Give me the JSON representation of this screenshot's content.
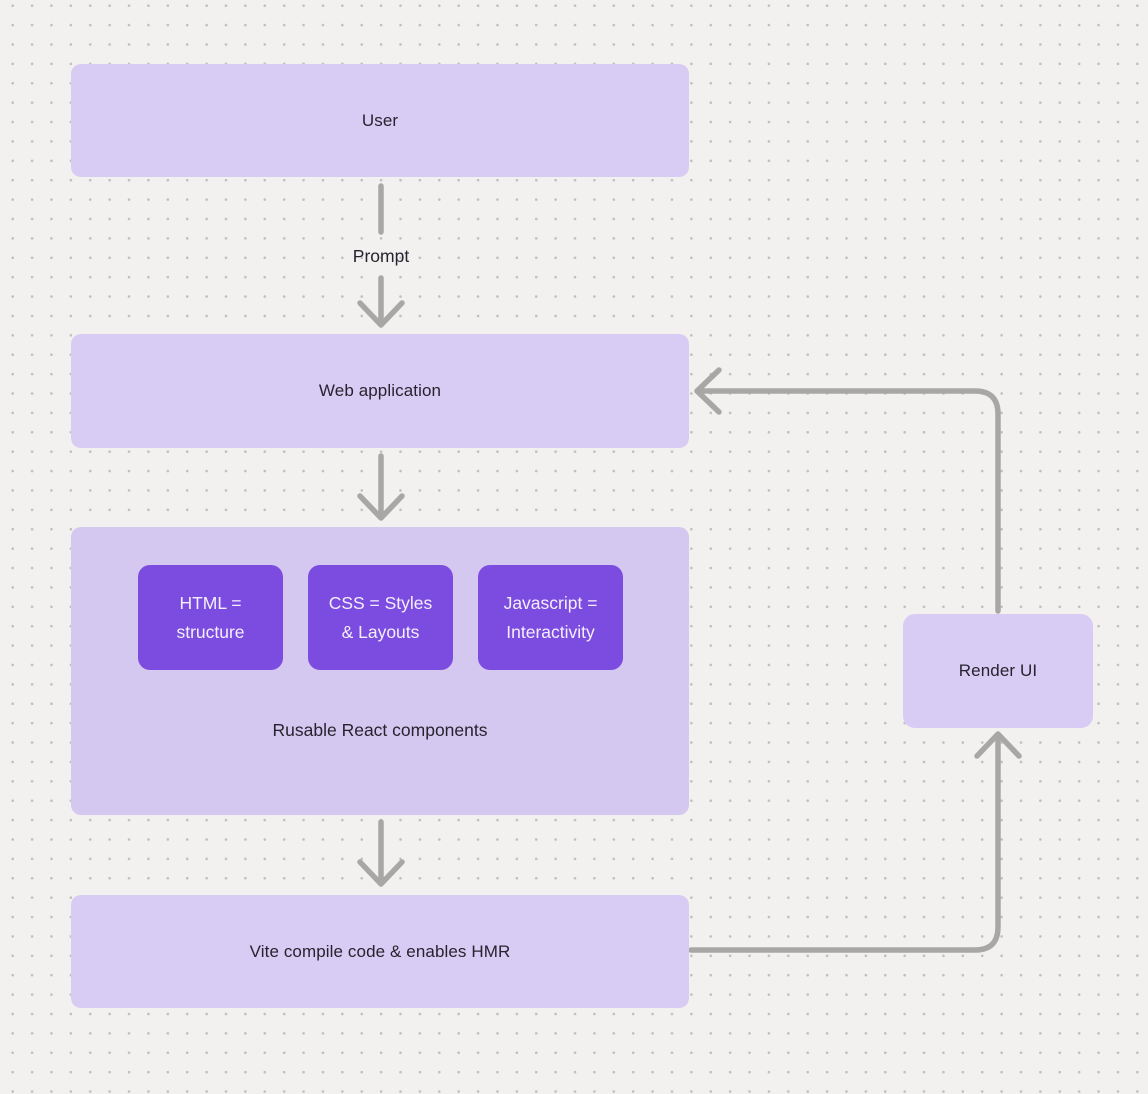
{
  "diagram": {
    "colors": {
      "background": "#f2f1ef",
      "dot": "#c1bfbd",
      "node_fill": "#d8ccf4",
      "group_fill": "#d4c8f0",
      "chip_fill": "#7c4ce0",
      "chip_text": "#f4effc",
      "text": "#27232e",
      "arrow": "#a8a7a5"
    },
    "nodes": {
      "user": {
        "label": "User"
      },
      "web_application": {
        "label": "Web application"
      },
      "vite": {
        "label": "Vite compile code & enables HMR"
      },
      "render_ui": {
        "label": "Render UI"
      },
      "components_group": {
        "caption": "Rusable React components",
        "chips": [
          {
            "line1": "HTML =",
            "line2": "structure"
          },
          {
            "line1": "CSS = Styles",
            "line2": "& Layouts"
          },
          {
            "line1": "Javascript =",
            "line2": "Interactivity"
          }
        ]
      }
    },
    "edge_labels": {
      "prompt": "Prompt"
    }
  }
}
